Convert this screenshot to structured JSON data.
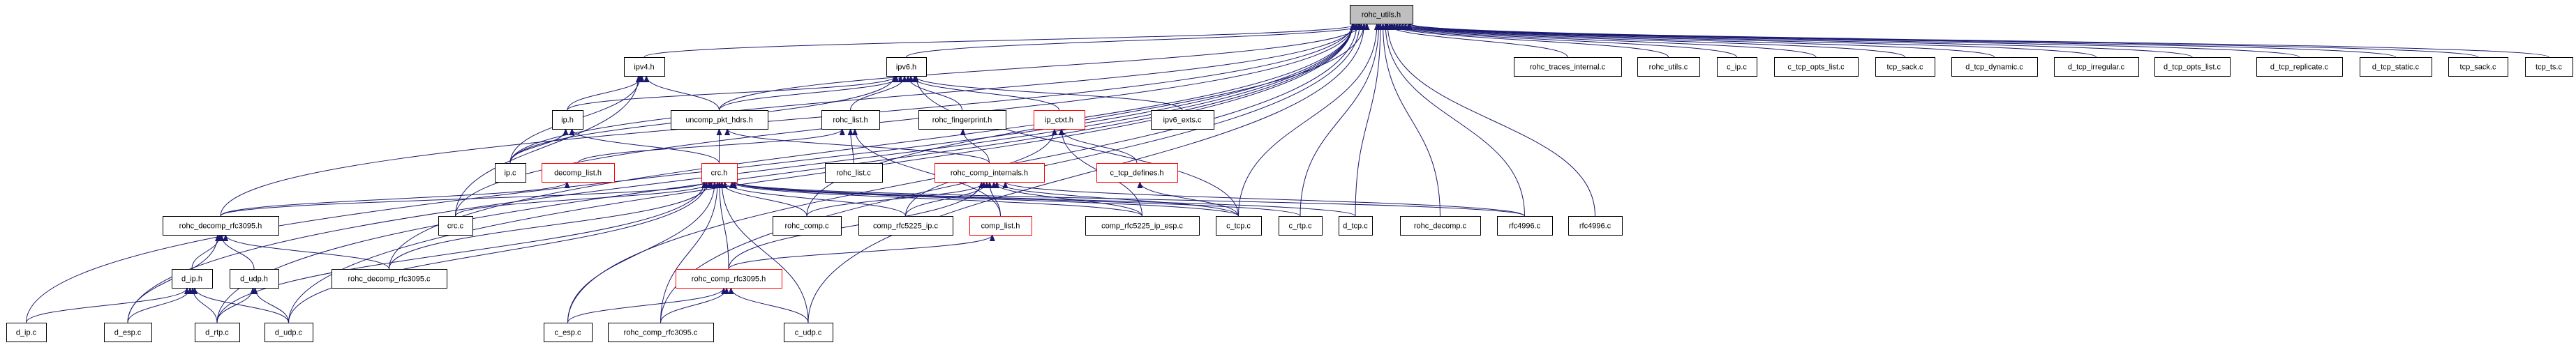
{
  "colors": {
    "edge": "#191970",
    "root_fill": "#bfbfbf",
    "incomplete_border": "#ff0000",
    "node_border": "#000000"
  },
  "nodes": {
    "rohc_utils_h": {
      "label": "rohc_utils.h",
      "style": "root"
    },
    "ipv4_h": {
      "label": "ipv4.h"
    },
    "ipv6_h": {
      "label": "ipv6.h"
    },
    "rohc_traces_internal_c": {
      "label": "rohc_traces_internal.c"
    },
    "rohc_utils_c": {
      "label": "rohc_utils.c"
    },
    "c_ip_c": {
      "label": "c_ip.c"
    },
    "c_tcp_opts_list_c": {
      "label": "c_tcp_opts_list.c"
    },
    "tcp_sack_c_1": {
      "label": "tcp_sack.c"
    },
    "d_tcp_dynamic_c": {
      "label": "d_tcp_dynamic.c"
    },
    "d_tcp_irregular_c": {
      "label": "d_tcp_irregular.c"
    },
    "d_tcp_opts_list_c": {
      "label": "d_tcp_opts_list.c"
    },
    "d_tcp_replicate_c": {
      "label": "d_tcp_replicate.c"
    },
    "d_tcp_static_c": {
      "label": "d_tcp_static.c"
    },
    "tcp_sack_c_2": {
      "label": "tcp_sack.c"
    },
    "tcp_ts_c": {
      "label": "tcp_ts.c"
    },
    "ip_h": {
      "label": "ip.h"
    },
    "uncomp_pkt_hdrs_h": {
      "label": "uncomp_pkt_hdrs.h"
    },
    "rohc_list_h": {
      "label": "rohc_list.h"
    },
    "rohc_fingerprint_h": {
      "label": "rohc_fingerprint.h"
    },
    "ip_ctxt_h": {
      "label": "ip_ctxt.h",
      "style": "red"
    },
    "ipv6_exts_c": {
      "label": "ipv6_exts.c"
    },
    "ip_c": {
      "label": "ip.c"
    },
    "decomp_list_h": {
      "label": "decomp_list.h",
      "style": "red"
    },
    "crc_h": {
      "label": "crc.h",
      "style": "red"
    },
    "rohc_list_c": {
      "label": "rohc_list.c"
    },
    "rohc_comp_internals_h": {
      "label": "rohc_comp_internals.h",
      "style": "red"
    },
    "c_tcp_defines_h": {
      "label": "c_tcp_defines.h",
      "style": "red"
    },
    "rohc_decomp_rfc3095_h": {
      "label": "rohc_decomp_rfc3095.h"
    },
    "crc_c": {
      "label": "crc.c"
    },
    "rohc_comp_c": {
      "label": "rohc_comp.c"
    },
    "comp_rfc5225_ip_c": {
      "label": "comp_rfc5225_ip.c"
    },
    "comp_list_h": {
      "label": "comp_list.h",
      "style": "red"
    },
    "comp_rfc5225_ip_esp_c": {
      "label": "comp_rfc5225_ip_esp.c"
    },
    "c_tcp_c": {
      "label": "c_tcp.c"
    },
    "c_rtp_c": {
      "label": "c_rtp.c"
    },
    "d_tcp_c": {
      "label": "d_tcp.c"
    },
    "rohc_decomp_c": {
      "label": "rohc_decomp.c"
    },
    "rfc4996_c_1": {
      "label": "rfc4996.c"
    },
    "rfc4996_c_2": {
      "label": "rfc4996.c"
    },
    "d_ip_h": {
      "label": "d_ip.h"
    },
    "d_udp_h": {
      "label": "d_udp.h"
    },
    "rohc_decomp_rfc3095_c": {
      "label": "rohc_decomp_rfc3095.c"
    },
    "rohc_comp_rfc3095_h": {
      "label": "rohc_comp_rfc3095.h",
      "style": "red"
    },
    "d_ip_c": {
      "label": "d_ip.c"
    },
    "d_esp_c": {
      "label": "d_esp.c"
    },
    "d_rtp_c": {
      "label": "d_rtp.c"
    },
    "d_udp_c": {
      "label": "d_udp.c"
    },
    "c_esp_c": {
      "label": "c_esp.c"
    },
    "rohc_comp_rfc3095_c": {
      "label": "rohc_comp_rfc3095.c"
    },
    "c_udp_c": {
      "label": "c_udp.c"
    }
  },
  "edges": [
    [
      "ipv4_h",
      "rohc_utils_h"
    ],
    [
      "ipv6_h",
      "rohc_utils_h"
    ],
    [
      "rohc_traces_internal_c",
      "rohc_utils_h"
    ],
    [
      "rohc_utils_c",
      "rohc_utils_h"
    ],
    [
      "c_ip_c",
      "rohc_utils_h"
    ],
    [
      "c_tcp_opts_list_c",
      "rohc_utils_h"
    ],
    [
      "tcp_sack_c_1",
      "rohc_utils_h"
    ],
    [
      "d_tcp_dynamic_c",
      "rohc_utils_h"
    ],
    [
      "d_tcp_irregular_c",
      "rohc_utils_h"
    ],
    [
      "d_tcp_opts_list_c",
      "rohc_utils_h"
    ],
    [
      "d_tcp_replicate_c",
      "rohc_utils_h"
    ],
    [
      "d_tcp_static_c",
      "rohc_utils_h"
    ],
    [
      "tcp_sack_c_2",
      "rohc_utils_h"
    ],
    [
      "tcp_ts_c",
      "rohc_utils_h"
    ],
    [
      "c_tcp_c",
      "rohc_utils_h"
    ],
    [
      "c_rtp_c",
      "rohc_utils_h"
    ],
    [
      "d_tcp_c",
      "rohc_utils_h"
    ],
    [
      "rohc_decomp_c",
      "rohc_utils_h"
    ],
    [
      "rfc4996_c_1",
      "rohc_utils_h"
    ],
    [
      "rfc4996_c_2",
      "rohc_utils_h"
    ],
    [
      "c_udp_c",
      "rohc_utils_h"
    ],
    [
      "d_ip_c",
      "rohc_utils_h"
    ],
    [
      "d_esp_c",
      "rohc_utils_h"
    ],
    [
      "d_rtp_c",
      "rohc_utils_h"
    ],
    [
      "d_udp_c",
      "rohc_utils_h"
    ],
    [
      "rohc_decomp_rfc3095_h",
      "rohc_utils_h"
    ],
    [
      "rohc_decomp_rfc3095_c",
      "rohc_utils_h"
    ],
    [
      "c_esp_c",
      "rohc_utils_h"
    ],
    [
      "rohc_comp_rfc3095_c",
      "rohc_utils_h"
    ],
    [
      "ip_c",
      "rohc_utils_h"
    ],
    [
      "crc_c",
      "rohc_utils_h"
    ],
    [
      "uncomp_pkt_hdrs_h",
      "rohc_utils_h"
    ],
    [
      "rohc_comp_c",
      "rohc_utils_h"
    ],
    [
      "ip_h",
      "ipv4_h"
    ],
    [
      "ip_h",
      "ipv6_h"
    ],
    [
      "ip_c",
      "ip_h"
    ],
    [
      "ip_c",
      "ipv4_h"
    ],
    [
      "ip_c",
      "ipv6_h"
    ],
    [
      "uncomp_pkt_hdrs_h",
      "ipv4_h"
    ],
    [
      "uncomp_pkt_hdrs_h",
      "ipv6_h"
    ],
    [
      "crc_h",
      "ip_h"
    ],
    [
      "crc_h",
      "uncomp_pkt_hdrs_h"
    ],
    [
      "rohc_list_h",
      "ipv6_h"
    ],
    [
      "rohc_fingerprint_h",
      "ipv6_h"
    ],
    [
      "ip_ctxt_h",
      "ipv6_h"
    ],
    [
      "ipv6_exts_c",
      "ipv6_h"
    ],
    [
      "c_tcp_c",
      "ipv6_h"
    ],
    [
      "crc_c",
      "ipv4_h"
    ],
    [
      "decomp_list_h",
      "rohc_list_h"
    ],
    [
      "rohc_decomp_rfc3095_h",
      "decomp_list_h"
    ],
    [
      "rohc_decomp_rfc3095_h",
      "crc_h"
    ],
    [
      "rohc_list_c",
      "rohc_list_h"
    ],
    [
      "rohc_comp_internals_h",
      "rohc_fingerprint_h"
    ],
    [
      "rohc_comp_internals_h",
      "uncomp_pkt_hdrs_h"
    ],
    [
      "c_tcp_defines_h",
      "ip_ctxt_h"
    ],
    [
      "crc_c",
      "crc_h"
    ],
    [
      "rohc_comp_c",
      "crc_h"
    ],
    [
      "rohc_comp_c",
      "rohc_comp_internals_h"
    ],
    [
      "comp_rfc5225_ip_c",
      "crc_h"
    ],
    [
      "comp_rfc5225_ip_c",
      "rohc_comp_internals_h"
    ],
    [
      "comp_rfc5225_ip_c",
      "ip_ctxt_h"
    ],
    [
      "comp_list_h",
      "rohc_comp_internals_h"
    ],
    [
      "comp_list_h",
      "rohc_list_h"
    ],
    [
      "comp_rfc5225_ip_esp_c",
      "crc_h"
    ],
    [
      "comp_rfc5225_ip_esp_c",
      "rohc_comp_internals_h"
    ],
    [
      "comp_rfc5225_ip_esp_c",
      "ip_ctxt_h"
    ],
    [
      "c_tcp_c",
      "crc_h"
    ],
    [
      "c_tcp_c",
      "rohc_comp_internals_h"
    ],
    [
      "c_tcp_c",
      "c_tcp_defines_h"
    ],
    [
      "c_rtp_c",
      "crc_h"
    ],
    [
      "d_tcp_c",
      "crc_h"
    ],
    [
      "rfc4996_c_1",
      "crc_h"
    ],
    [
      "rfc4996_c_1",
      "rohc_comp_internals_h"
    ],
    [
      "d_ip_h",
      "rohc_decomp_rfc3095_h"
    ],
    [
      "d_udp_h",
      "rohc_decomp_rfc3095_h"
    ],
    [
      "rohc_decomp_rfc3095_c",
      "rohc_decomp_rfc3095_h"
    ],
    [
      "rohc_decomp_rfc3095_c",
      "crc_h"
    ],
    [
      "rohc_comp_rfc3095_h",
      "crc_h"
    ],
    [
      "rohc_comp_rfc3095_h",
      "comp_list_h"
    ],
    [
      "rohc_comp_rfc3095_h",
      "rohc_comp_internals_h"
    ],
    [
      "d_ip_c",
      "d_ip_h"
    ],
    [
      "d_esp_c",
      "d_ip_h"
    ],
    [
      "d_esp_c",
      "rohc_decomp_rfc3095_h"
    ],
    [
      "d_rtp_c",
      "d_ip_h"
    ],
    [
      "d_rtp_c",
      "d_udp_h"
    ],
    [
      "d_udp_c",
      "d_ip_h"
    ],
    [
      "d_udp_c",
      "d_udp_h"
    ],
    [
      "d_rtp_c",
      "crc_h"
    ],
    [
      "d_udp_c",
      "crc_h"
    ],
    [
      "c_esp_c",
      "rohc_comp_rfc3095_h"
    ],
    [
      "c_esp_c",
      "crc_h"
    ],
    [
      "rohc_comp_rfc3095_c",
      "rohc_comp_rfc3095_h"
    ],
    [
      "rohc_comp_rfc3095_c",
      "crc_h"
    ],
    [
      "c_udp_c",
      "rohc_comp_rfc3095_h"
    ],
    [
      "c_udp_c",
      "crc_h"
    ]
  ]
}
